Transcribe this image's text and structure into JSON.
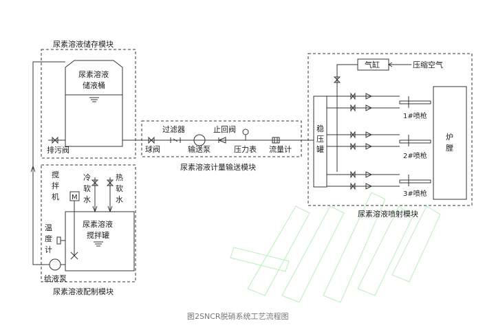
{
  "modules": {
    "storage": "尿素溶液储存模块",
    "metering": "尿素溶液计量输送模块",
    "injection": "尿素溶液喷射模块",
    "mixing": "尿素溶液配制模块"
  },
  "storage_tank": {
    "line1": "尿素溶液",
    "line2": "储液桶"
  },
  "mixing_tank": {
    "line1": "尿素溶液",
    "line2": "搅拌罐"
  },
  "labels": {
    "drain_valve": "排污阀",
    "ball_valve": "球阀",
    "filter": "过滤器",
    "pump": "输送泵",
    "check_valve": "止回阀",
    "pressure_gauge": "压力表",
    "flow_meter": "流量计",
    "stabilizer": [
      "稳",
      "压",
      "罐"
    ],
    "cylinder": "气缸",
    "compressed_air": "压缩空气",
    "guns": [
      "1#喷枪",
      "2#喷枪",
      "3#喷枪"
    ],
    "furnace": [
      "炉",
      "膛"
    ],
    "agitator": [
      "搅",
      "拌",
      "机"
    ],
    "motor": "M",
    "cold_water": [
      "冷",
      "软",
      "水"
    ],
    "hot_water": [
      "热",
      "软",
      "水"
    ],
    "thermometer": [
      "温",
      "度",
      "计"
    ],
    "feed_pump": "给液泵"
  },
  "caption": "图2SNCR脱硝系统工艺流程图"
}
